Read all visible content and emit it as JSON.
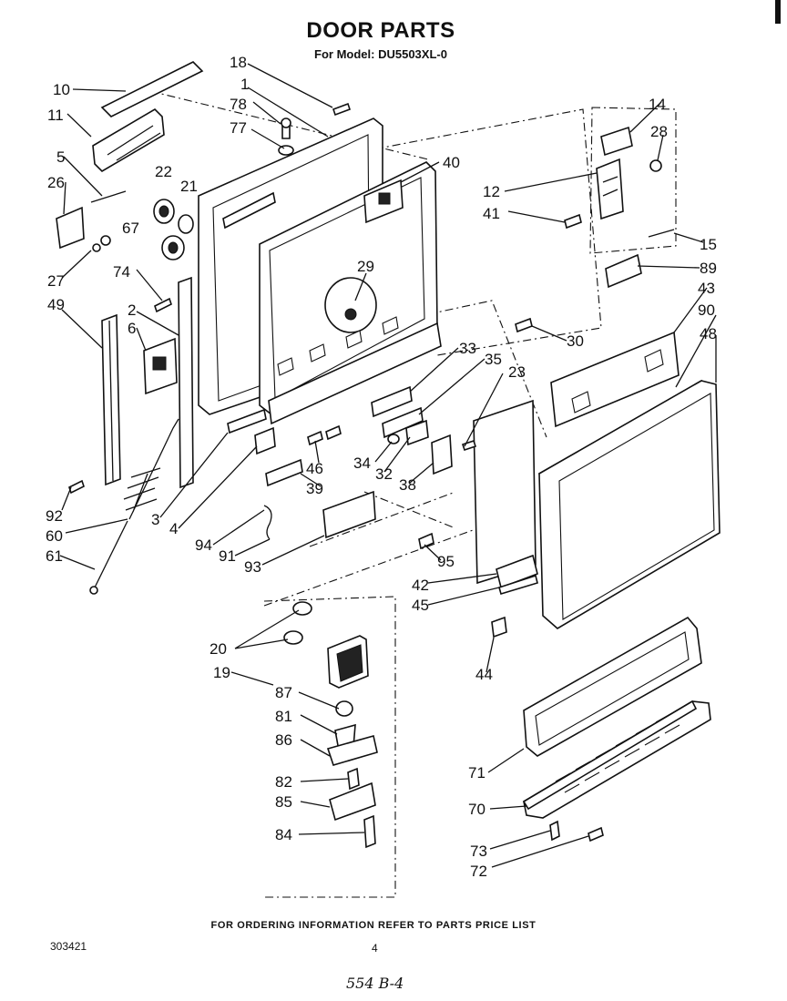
{
  "header": {
    "title": "DOOR PARTS",
    "subtitle": "For Model: DU5503XL-0"
  },
  "footer": {
    "note": "FOR ORDERING INFORMATION REFER TO PARTS PRICE LIST",
    "doc_number": "303421",
    "page_number": "4",
    "handwritten": "554 B-4"
  },
  "callouts": [
    "10",
    "11",
    "5",
    "26",
    "27",
    "22",
    "21",
    "67",
    "74",
    "2",
    "6",
    "49",
    "92",
    "60",
    "61",
    "18",
    "1",
    "78",
    "77",
    "40",
    "29",
    "30",
    "33",
    "35",
    "23",
    "34",
    "32",
    "38",
    "46",
    "39",
    "3",
    "4",
    "94",
    "91",
    "93",
    "95",
    "42",
    "45",
    "44",
    "14",
    "28",
    "12",
    "41",
    "15",
    "89",
    "43",
    "90",
    "48",
    "20",
    "19",
    "87",
    "81",
    "86",
    "82",
    "85",
    "84",
    "71",
    "70",
    "73",
    "72"
  ]
}
